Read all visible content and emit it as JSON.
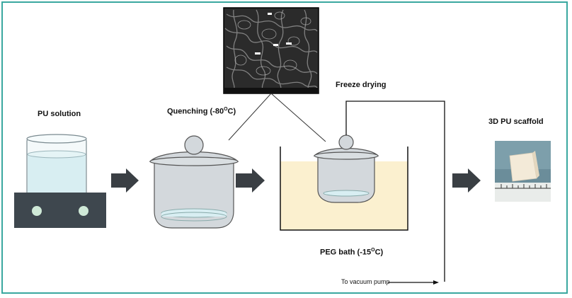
{
  "labels": {
    "pu_solution": "PU solution",
    "quenching": "Quenching (-80",
    "quenching_unit": "C)",
    "freeze_drying": "Freeze drying",
    "scaffold": "3D PU scaffold",
    "peg_bath": "PEG bath  (-15",
    "peg_unit": "C)",
    "vacuum": "To vacuum pump",
    "degree": "O"
  },
  "colors": {
    "frame": "#3aa8a0",
    "arrow": "#3a3f44",
    "liquid": "#d8eef2",
    "bath": "#fbf0cf",
    "jar": "#d3d8dc",
    "plate": "#3e474e",
    "knob": "#cfe9d7"
  }
}
